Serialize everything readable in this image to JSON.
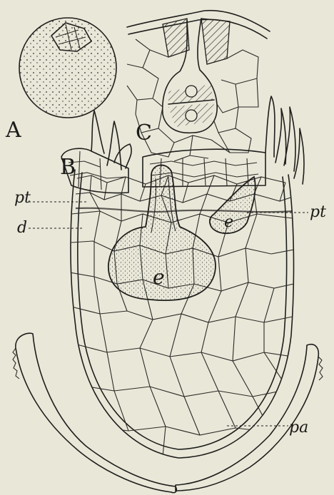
{
  "figure": {
    "panel_labels": {
      "a": "A",
      "b": "B",
      "c": "C"
    },
    "callouts": {
      "pt_left": "pt",
      "pt_right": "pt",
      "d": "d",
      "pa": "pa",
      "e_large": "e",
      "e_small": "e"
    },
    "colors": {
      "paper": "#e9e7d8",
      "ink": "#1e1e1c"
    }
  }
}
